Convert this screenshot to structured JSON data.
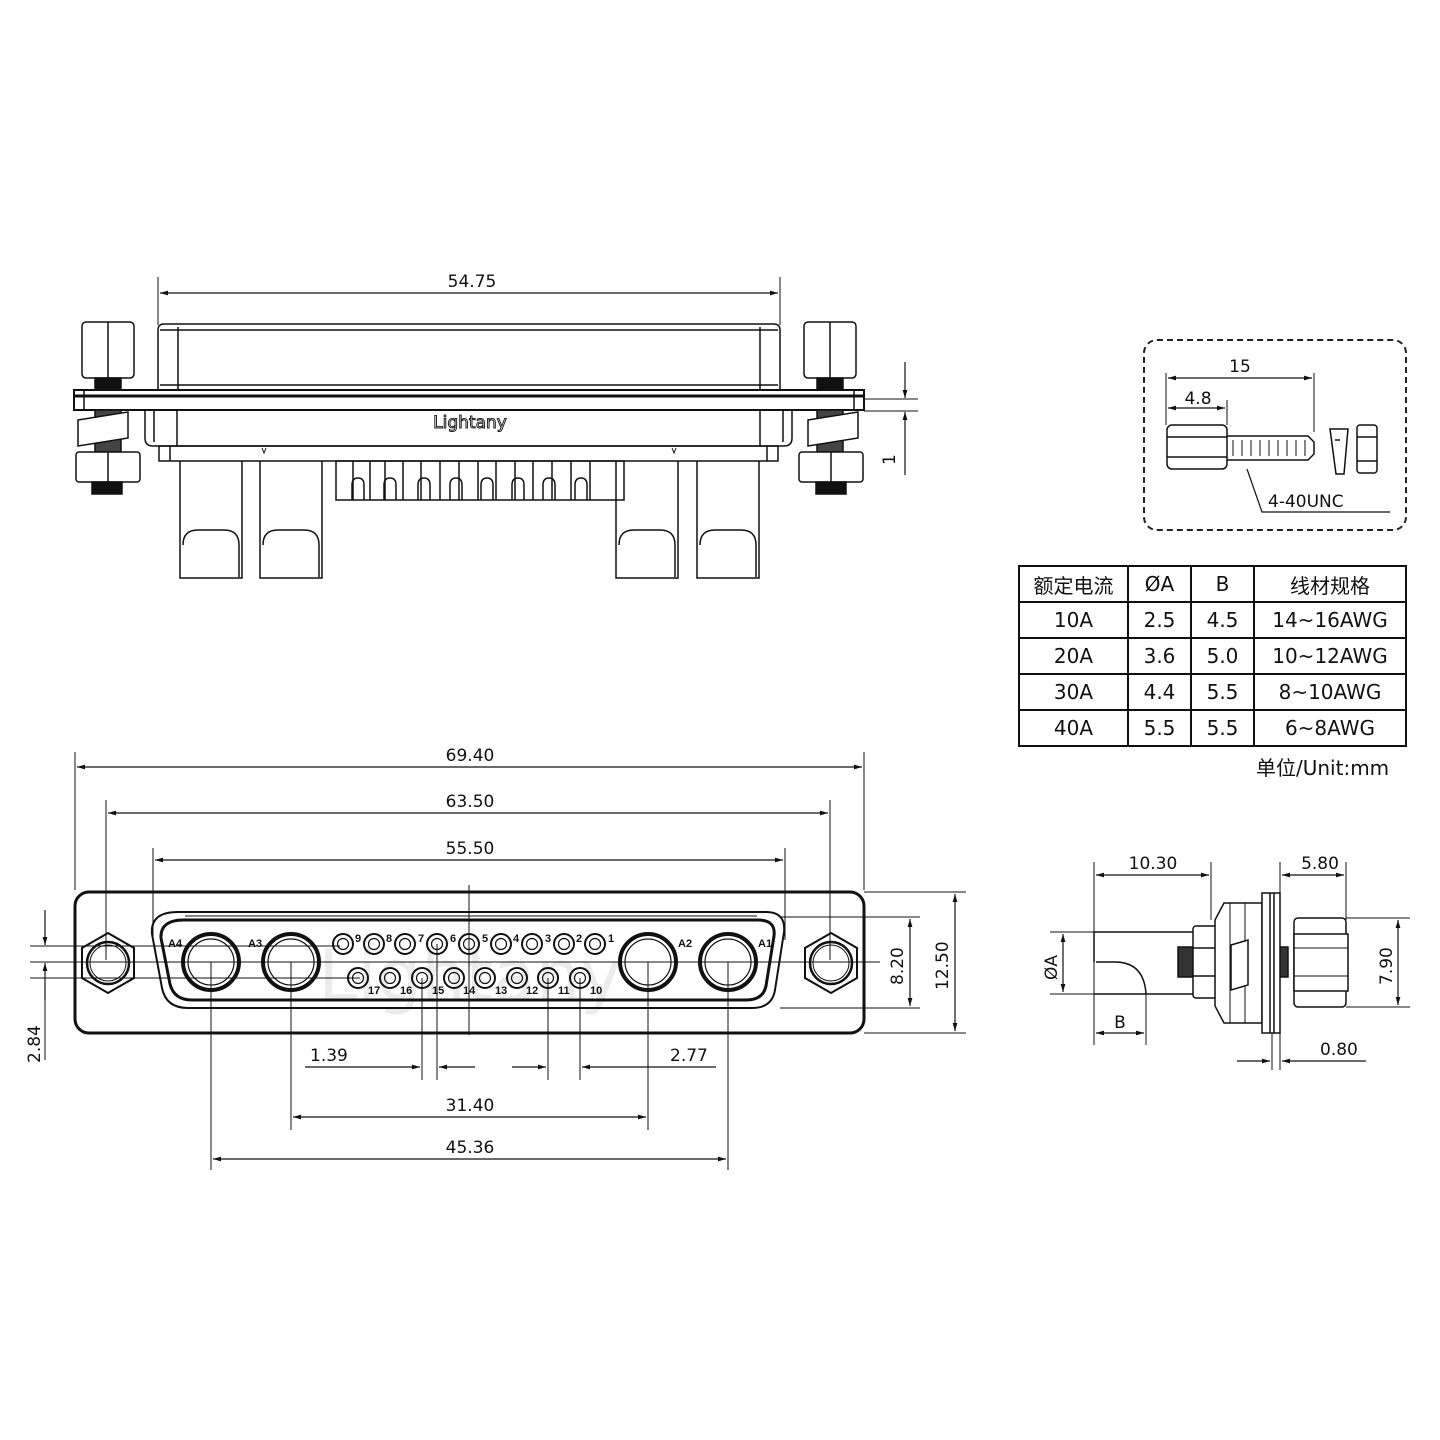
{
  "drawing": {
    "brand_label": "Lightany",
    "unit_label": "单位/Unit:mm",
    "colors": {
      "line": "#111111",
      "background": "#ffffff",
      "watermark": "#e6e6e6"
    }
  },
  "top_view": {
    "dims": {
      "overall_shell": "54.75",
      "flange_thickness": "1"
    }
  },
  "front_view": {
    "dims": {
      "overall_width": "69.40",
      "mounting_hole_pitch": "63.50",
      "shell_width": "55.50",
      "inner_height": "8.20",
      "overall_height": "12.50",
      "hole_offset": "2.84",
      "signal_pitch_left": "1.39",
      "signal_pitch_right": "2.77",
      "power_inner_pitch": "31.40",
      "power_outer_pitch": "45.36"
    },
    "power_contacts": [
      "A4",
      "A3",
      "A2",
      "A1"
    ],
    "signal_top_row": [
      "9",
      "8",
      "7",
      "6",
      "5",
      "4",
      "3",
      "2",
      "1"
    ],
    "signal_bottom_row": [
      "17",
      "16",
      "15",
      "14",
      "13",
      "12",
      "11",
      "10"
    ]
  },
  "screw_detail": {
    "dims": {
      "total_length": "15",
      "head_length": "4.8"
    },
    "thread_label": "4-40UNC"
  },
  "side_view": {
    "dims": {
      "contact_length": "10.30",
      "nut_length": "5.80",
      "nut_height": "7.90",
      "panel_thickness": "0.80",
      "dia_label": "ØA",
      "b_label": "B"
    }
  },
  "spec_table": {
    "headers": [
      "额定电流",
      "ØA",
      "B",
      "线材规格"
    ],
    "rows": [
      [
        "10A",
        "2.5",
        "4.5",
        "14~16AWG"
      ],
      [
        "20A",
        "3.6",
        "5.0",
        "10~12AWG"
      ],
      [
        "30A",
        "4.4",
        "5.5",
        "8~10AWG"
      ],
      [
        "40A",
        "5.5",
        "5.5",
        "6~8AWG"
      ]
    ]
  }
}
